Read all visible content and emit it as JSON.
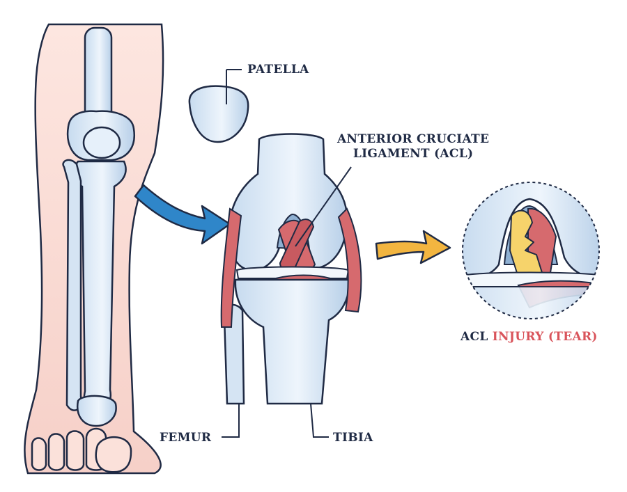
{
  "labels": {
    "patella": "PATELLA",
    "acl_line1": "ANTERIOR CRUCIATE",
    "acl_line2": "LIGAMENT (ACL)",
    "femur": "FEMUR",
    "tibia": "TIBIA",
    "injury_prefix": "ACL",
    "injury_word": "INJURY",
    "injury_suffix": "(TEAR)"
  },
  "colors": {
    "outline": "#1f2a44",
    "bone": "#dbe8f5",
    "bone_shadow": "#a9c4e0",
    "ligament": "#d66a6e",
    "skin": "#f8dcd6",
    "arrow_blue": "#2f86c9",
    "arrow_yellow": "#f2b540",
    "tear": "#f6d36b",
    "accent_text": "#d9545b"
  }
}
